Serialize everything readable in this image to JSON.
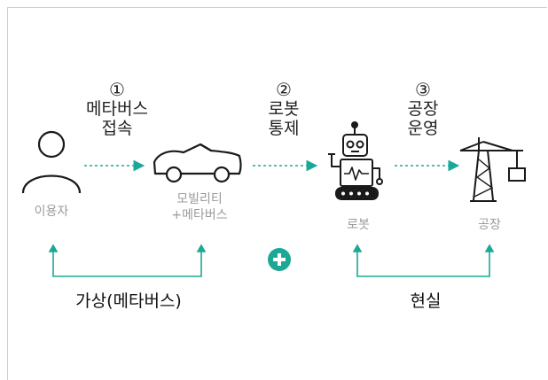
{
  "steps": [
    {
      "num": "①",
      "line1": "메타버스",
      "line2": "접속"
    },
    {
      "num": "②",
      "line1": "로봇",
      "line2": "통제"
    },
    {
      "num": "③",
      "line1": "공장",
      "line2": "운영"
    }
  ],
  "nodes": {
    "user": "이용자",
    "mobility_line1": "모빌리티",
    "mobility_line2": "+메타버스",
    "robot": "로봇",
    "factory": "공장"
  },
  "groups": {
    "virtual": "가상(메타버스)",
    "real": "현실"
  },
  "colors": {
    "accent": "#1ba896",
    "icon": "#1a1a1a",
    "caption": "#9a9a9a"
  },
  "icons": [
    "person-icon",
    "car-icon",
    "robot-icon",
    "factory-crane-icon",
    "plus-icon"
  ]
}
